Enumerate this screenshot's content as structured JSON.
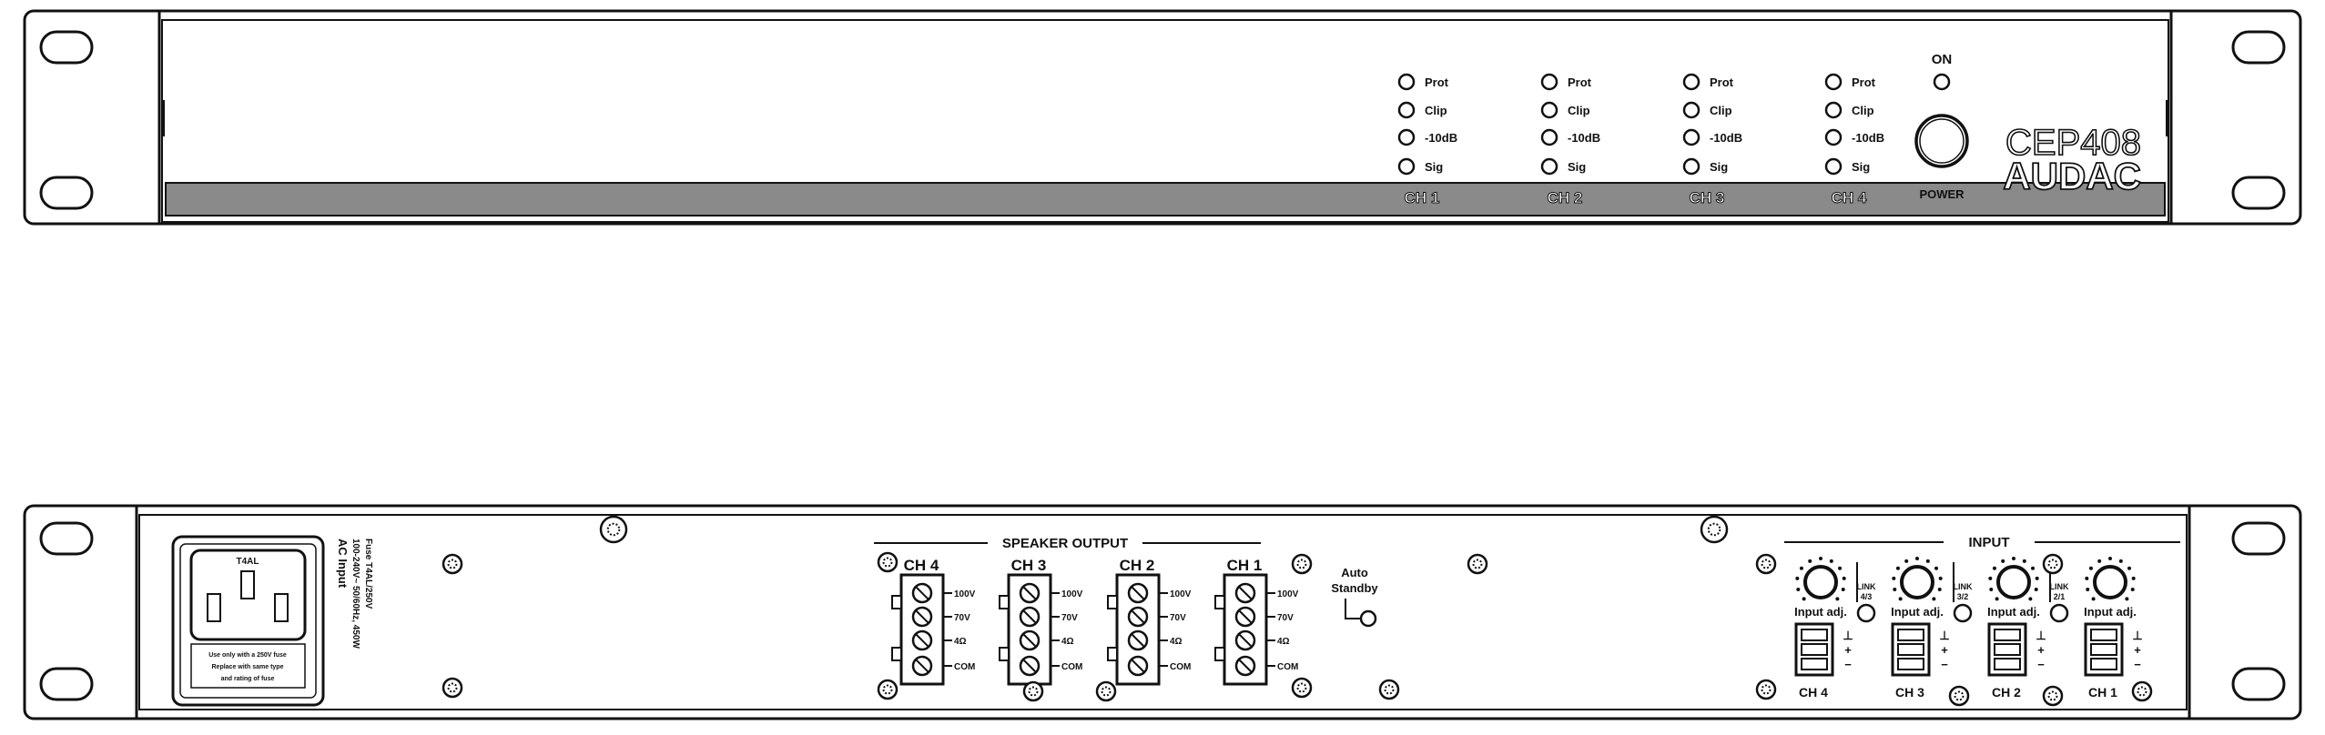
{
  "front": {
    "leds": [
      "Prot",
      "Clip",
      "-10dB",
      "Sig"
    ],
    "channels": [
      "CH 1",
      "CH 2",
      "CH 3",
      "CH 4"
    ],
    "on_label": "ON",
    "power_label": "POWER",
    "model": "CEP408",
    "brand": "AUDAC"
  },
  "rear": {
    "ac_input": {
      "title": "AC Input",
      "line1": "100-240V~ 50/60Hz, 450W",
      "line2": "Fuse T4AL/250V",
      "fuse_label": "T4AL",
      "warn1": "Use only with a 250V fuse",
      "warn2": "Replace with same type",
      "warn3": "and rating of fuse"
    },
    "speaker_output_title": "SPEAKER OUTPUT",
    "speaker_channels": [
      "CH 4",
      "CH 3",
      "CH 2",
      "CH 1"
    ],
    "terminal_labels": [
      "100V",
      "70V",
      "4Ω",
      "COM"
    ],
    "auto_standby": [
      "Auto",
      "Standby"
    ],
    "input_title": "INPUT",
    "input_adj_label": "Input adj.",
    "link_label": "LINK",
    "links": [
      "4/3",
      "3/2",
      "2/1"
    ],
    "input_channels": [
      "CH 4",
      "CH 3",
      "CH 2",
      "CH 1"
    ],
    "input_pin_symbols": [
      "⊥",
      "+",
      "−"
    ]
  }
}
